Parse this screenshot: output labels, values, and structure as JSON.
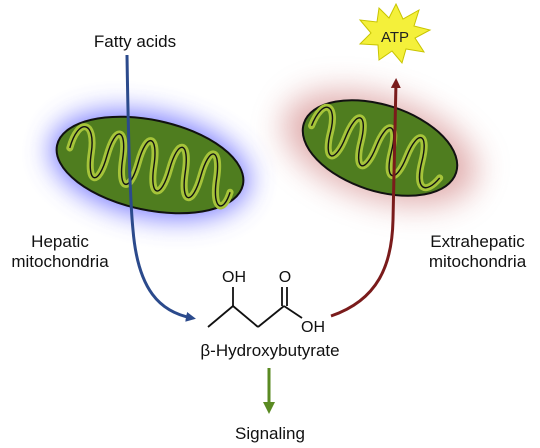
{
  "labels": {
    "fatty_acids": "Fatty acids",
    "atp": "ATP",
    "hepatic": [
      "Hepatic",
      "mitochondria"
    ],
    "extrahepatic": [
      "Extrahepatic",
      "mitochondria"
    ],
    "molecule_name": "β-Hydroxybutyrate",
    "molecule_oh_top": "OH",
    "molecule_o": "O",
    "molecule_oh_acid": "OH",
    "signaling": "Signaling"
  },
  "colors": {
    "mito_outer": "#4f7d1f",
    "mito_inner": "#a6c43a",
    "hepatic_glow": "#5a5cff",
    "extrahepatic_glow": "#c86a6a",
    "arrow_blue": "#2b4a8c",
    "arrow_red": "#7a1b1b",
    "arrow_green": "#5a8a22",
    "atp_star": "#f4f03a"
  }
}
